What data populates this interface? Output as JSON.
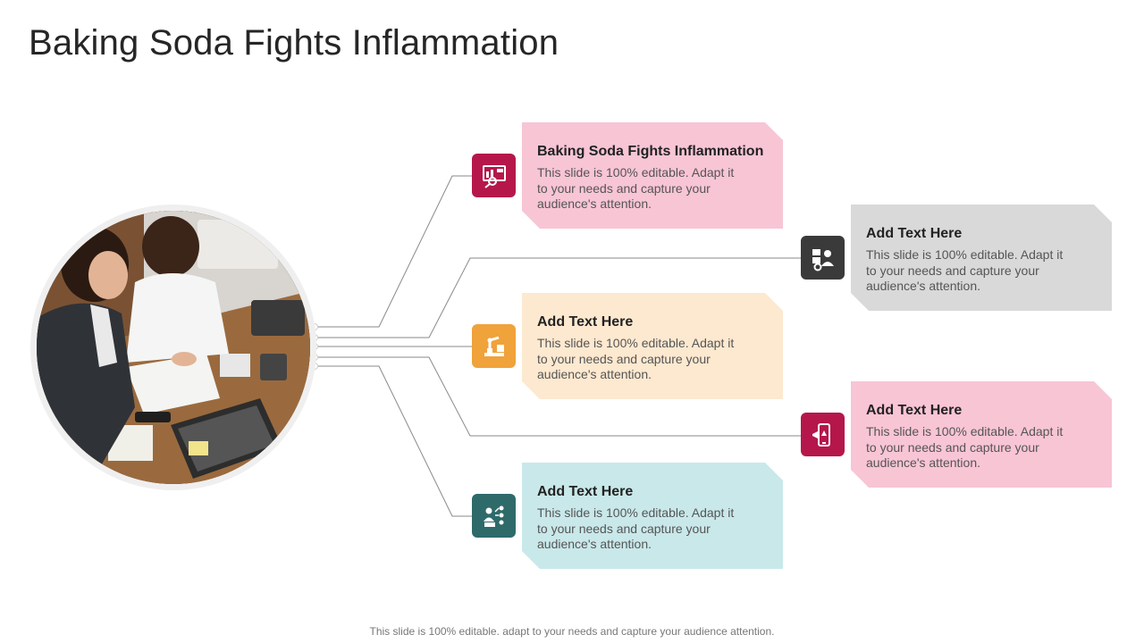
{
  "slide": {
    "title": "Baking Soda Fights Inflammation",
    "footer": "This slide is 100% editable. adapt to your needs and capture your audience attention."
  },
  "items": [
    {
      "title": "Baking Soda Fights Inflammation",
      "text": "This slide is 100% editable. Adapt it to your needs and capture your audience's attention.",
      "icon": "presentation-analysis-icon",
      "accent": "#b5174b",
      "fill": "#f8c5d5"
    },
    {
      "title": "Add Text Here",
      "text": "This slide is 100% editable. Adapt it to your needs and capture your audience's attention.",
      "icon": "engineer-gear-icon",
      "accent": "#3a3a3a",
      "fill": "#d9d9d9"
    },
    {
      "title": "Add Text Here",
      "text": "This slide is 100% editable. Adapt it to your needs and capture your audience's attention.",
      "icon": "robotic-arm-icon",
      "accent": "#f0a23b",
      "fill": "#fde9d0"
    },
    {
      "title": "Add Text Here",
      "text": "This slide is 100% editable. Adapt it to your needs and capture your audience's attention.",
      "icon": "mobile-marketing-icon",
      "accent": "#b5174b",
      "fill": "#f8c5d5"
    },
    {
      "title": "Add Text Here",
      "text": "This slide is 100% editable. Adapt it to your needs and capture your audience's attention.",
      "icon": "workflow-people-icon",
      "accent": "#2e6a6a",
      "fill": "#c9e8ea"
    }
  ]
}
